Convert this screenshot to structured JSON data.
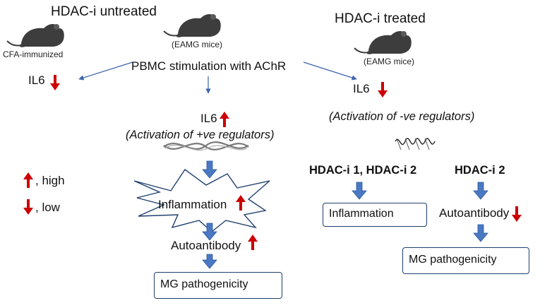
{
  "headings": {
    "untreated": "HDAC-i  untreated",
    "treated": "HDAC-i  treated"
  },
  "mice": {
    "cfa_label": "CFA-immunized",
    "eamg_label_left": "(EAMG mice)",
    "eamg_label_right": "(EAMG mice)"
  },
  "stimulation": "PBMC stimulation with AChR",
  "left_branch": {
    "il6": "IL6"
  },
  "center_branch": {
    "il6": "IL6",
    "activation": "(Activation of +ve regulators)",
    "inflammation": "Inflammation",
    "autoantibody": "Autoantibody",
    "pathogenicity": "MG pathogenicity"
  },
  "right_branch": {
    "il6": "IL6",
    "activation": "(Activation of -ve regulators)",
    "group_a": "HDAC-i 1, HDAC-i 2",
    "group_b": "HDAC-i 2",
    "inflammation": "Inflammation",
    "autoantibody": "Autoantibody",
    "pathogenicity": "MG pathogenicity"
  },
  "legend": {
    "high": ", high",
    "low": ", low"
  },
  "colors": {
    "up_arrow": "#cc0000",
    "down_arrow": "#cc0000",
    "flow_arrow": "#4a78c2",
    "thin_arrow": "#3b63ad",
    "box_border": "#1f3f6e"
  }
}
